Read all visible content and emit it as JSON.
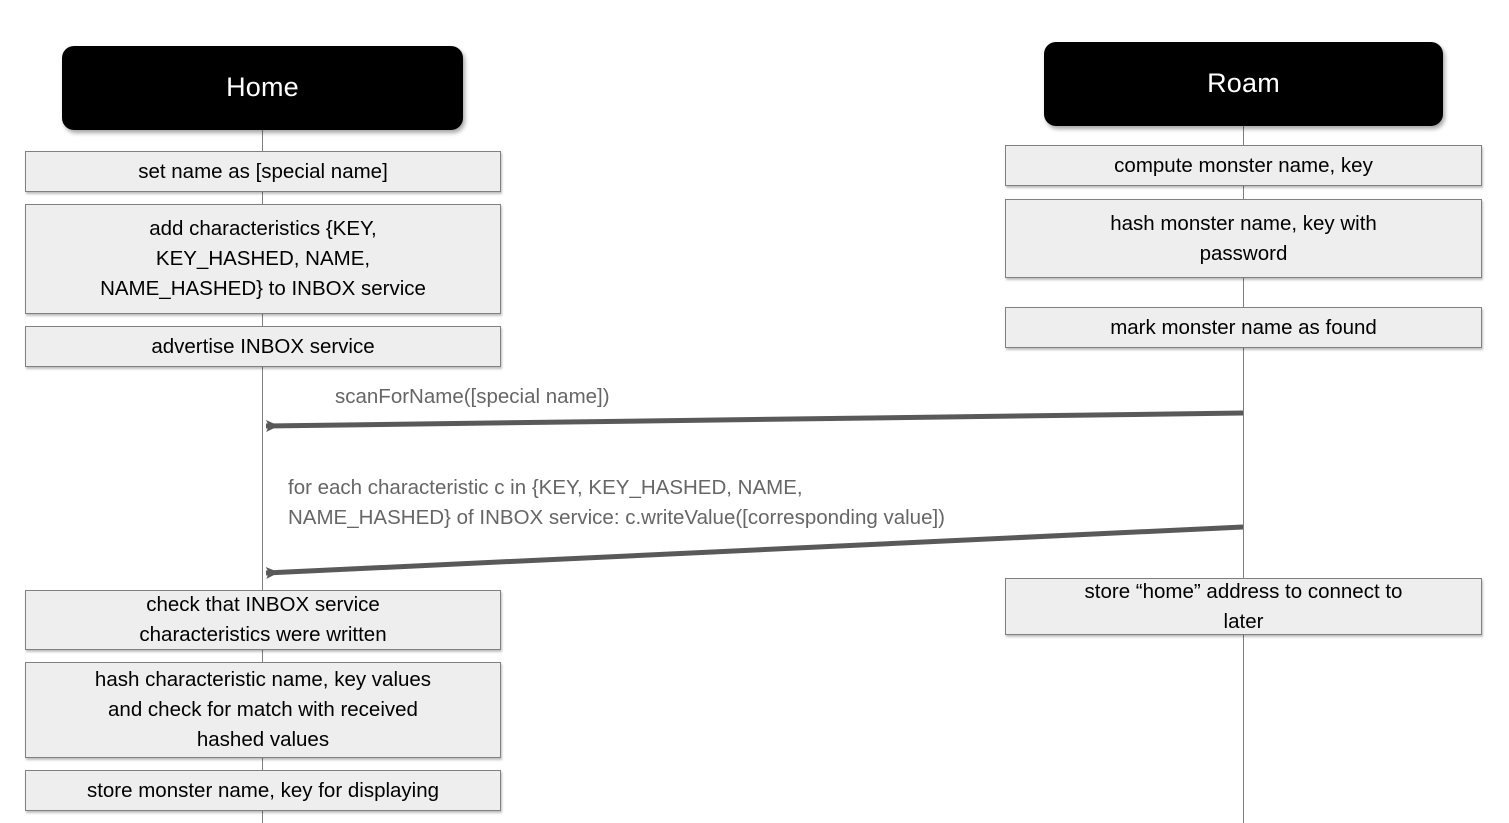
{
  "diagram": {
    "type": "sequence-diagram",
    "background": "#ffffff",
    "colors": {
      "actor_fill": "#000000",
      "actor_text": "#ffffff",
      "box_fill": "#eeeeee",
      "box_border": "#808080",
      "box_text": "#000000",
      "lifeline": "#7f7f7f",
      "arrow": "#595959",
      "message_text": "#666666"
    }
  },
  "actors": [
    {
      "id": "home",
      "label": "Home"
    },
    {
      "id": "roam",
      "label": "Roam"
    }
  ],
  "left_actions": [
    {
      "text": "set name as [special name]"
    },
    {
      "text": "add characteristics {KEY,\nKEY_HASHED, NAME,\nNAME_HASHED} to INBOX service"
    },
    {
      "text": "advertise INBOX service"
    },
    {
      "text": "check that INBOX service\ncharacteristics were written"
    },
    {
      "text": "hash characteristic name, key values\nand check for match with received\nhashed values"
    },
    {
      "text": "store monster name, key for displaying"
    }
  ],
  "right_actions": [
    {
      "text": "compute monster name, key"
    },
    {
      "text": "hash monster name, key with\npassword"
    },
    {
      "text": "mark monster name as found"
    },
    {
      "text": "store “home” address to connect to\nlater"
    }
  ],
  "messages": [
    {
      "id": "scan-for-name",
      "label": "scanForName([special name])",
      "from": "roam",
      "to": "home",
      "direction": "right-to-left"
    },
    {
      "id": "write-characteristics",
      "label": "for each characteristic c in {KEY, KEY_HASHED, NAME,\nNAME_HASHED} of INBOX service: c.writeValue([corresponding value])",
      "from": "roam",
      "to": "home",
      "direction": "right-to-left"
    }
  ]
}
